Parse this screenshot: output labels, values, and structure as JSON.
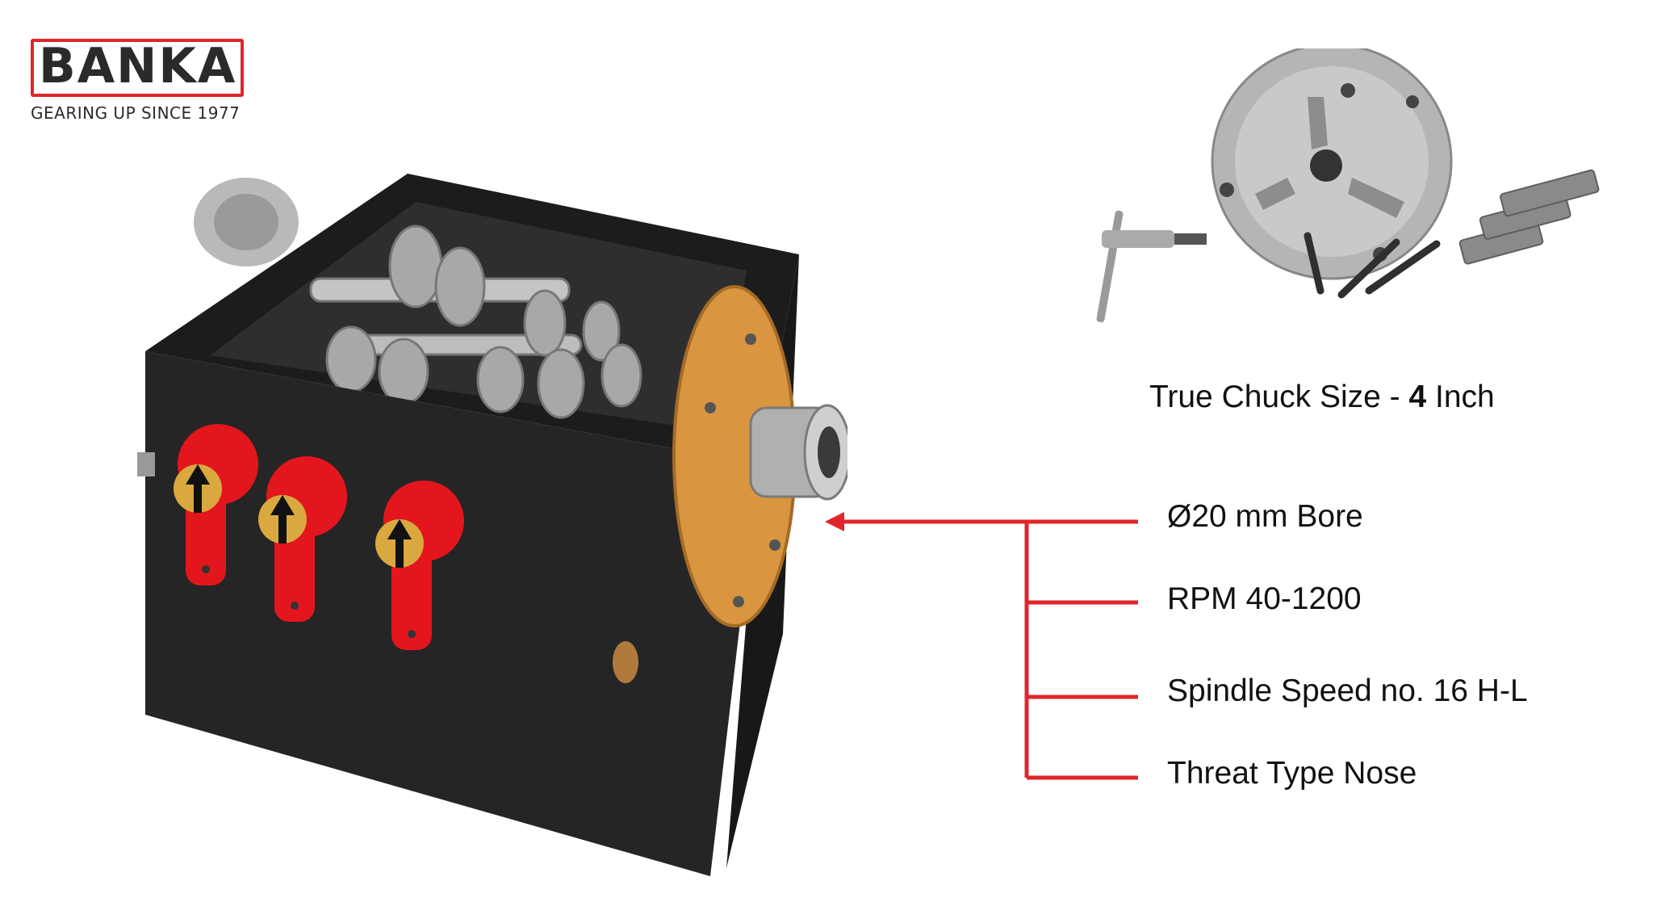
{
  "brand": {
    "logo_text": "BANKA",
    "tagline": "GEARING UP SINCE 1977",
    "accent_color": "#e0262b"
  },
  "chuck": {
    "caption_prefix": "True Chuck Size - ",
    "caption_size": "4",
    "caption_suffix": " Inch"
  },
  "specs": [
    "Ø20 mm Bore",
    "RPM 40-1200",
    "Spindle Speed no. 16 H-L",
    "Threat Type Nose"
  ],
  "colors": {
    "body": "#222222",
    "lever": "#e3161d",
    "flange": "#d9953f",
    "callout_line": "#e0262b"
  }
}
